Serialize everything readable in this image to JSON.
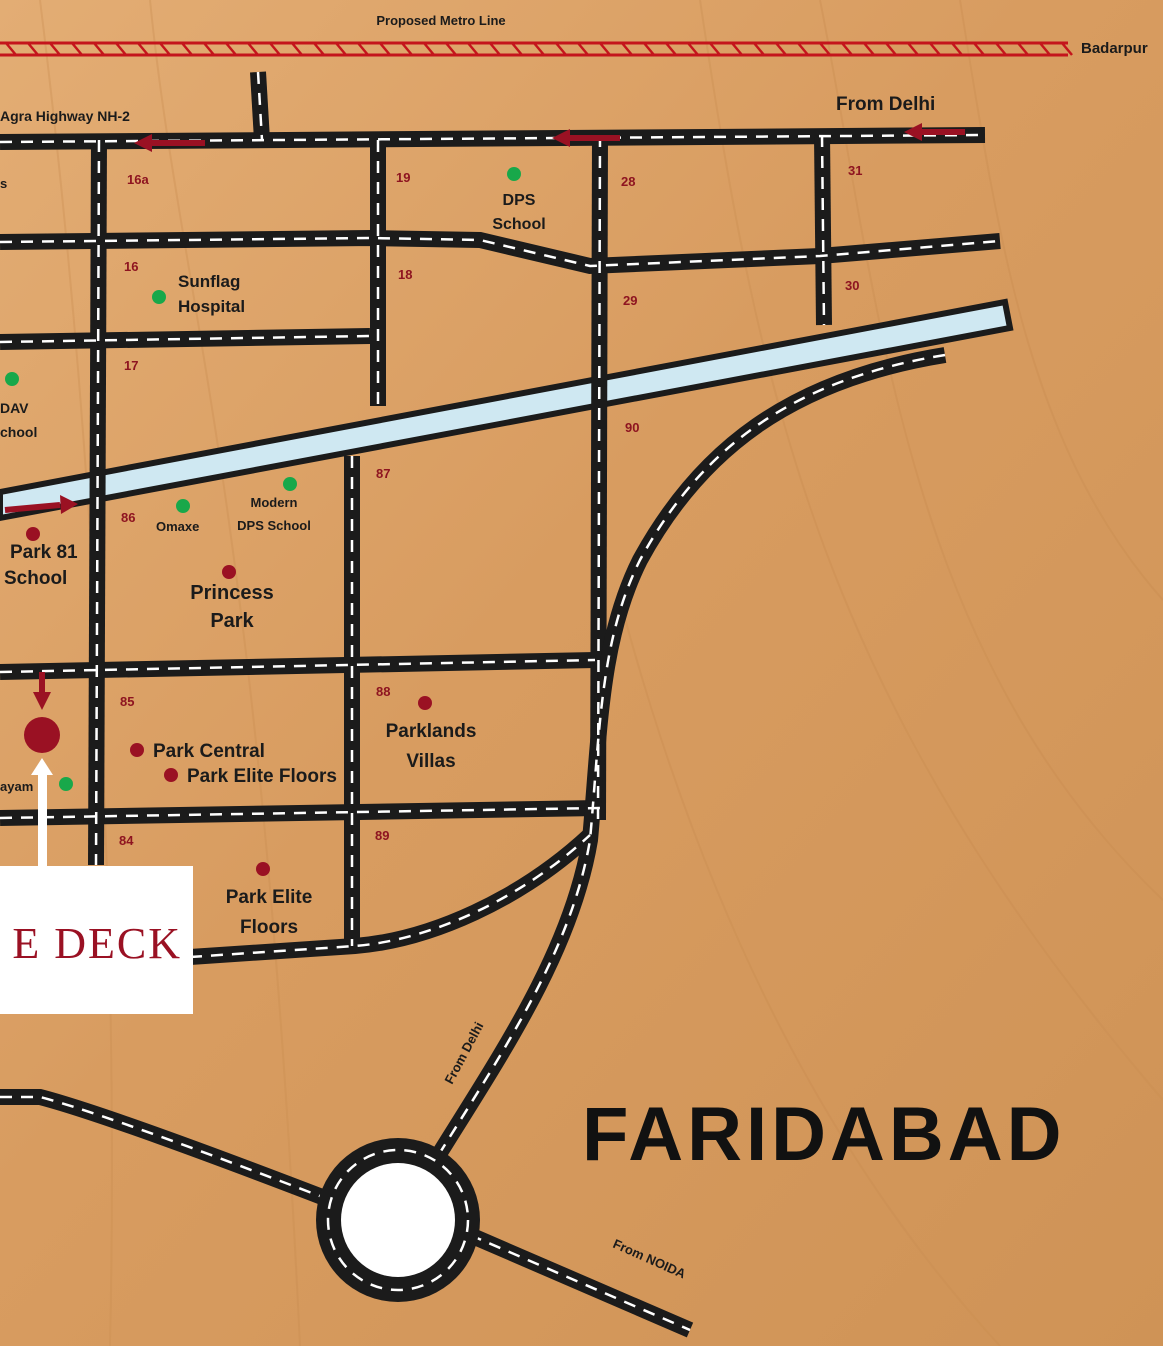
{
  "colors": {
    "wood": "#d9a066",
    "road": "#1b1b1b",
    "road_dash": "#ffffff",
    "canal": "#cfe8f2",
    "metro": "#c4151c",
    "arrow": "#9a1123",
    "poi_green": "#18a84a",
    "poi_red": "#9a1123",
    "sector_text": "#8e1420"
  },
  "labels": {
    "metro": "Proposed Metro Line",
    "badarpur": "Badarpur",
    "highway": "Agra Highway NH-2",
    "from_delhi_top": "From Delhi",
    "from_delhi_curve": "From Delhi",
    "from_noida": "From NOIDA",
    "city": "FARIDABAD",
    "project_name": "E DECK",
    "left_cut_top": "s",
    "left_cut_yam": "ayam"
  },
  "sectors": [
    "16a",
    "19",
    "28",
    "31",
    "16",
    "18",
    "29",
    "30",
    "17",
    "90",
    "87",
    "86",
    "85",
    "88",
    "84",
    "89"
  ],
  "pois": {
    "dps_school": [
      "DPS",
      "School"
    ],
    "sunflag": [
      "Sunflag",
      "Hospital"
    ],
    "dav": [
      "DAV",
      "chool"
    ],
    "modern_dps": [
      "Modern",
      "DPS School"
    ],
    "omaxe": "Omaxe",
    "park81": [
      "Park 81",
      "School"
    ],
    "princess_park": [
      "Princess",
      "Park"
    ],
    "parklands": [
      "Parklands",
      "Villas"
    ],
    "park_central": "Park Central",
    "park_elite_1": "Park Elite Floors",
    "park_elite_2": [
      "Park Elite",
      "Floors"
    ]
  }
}
